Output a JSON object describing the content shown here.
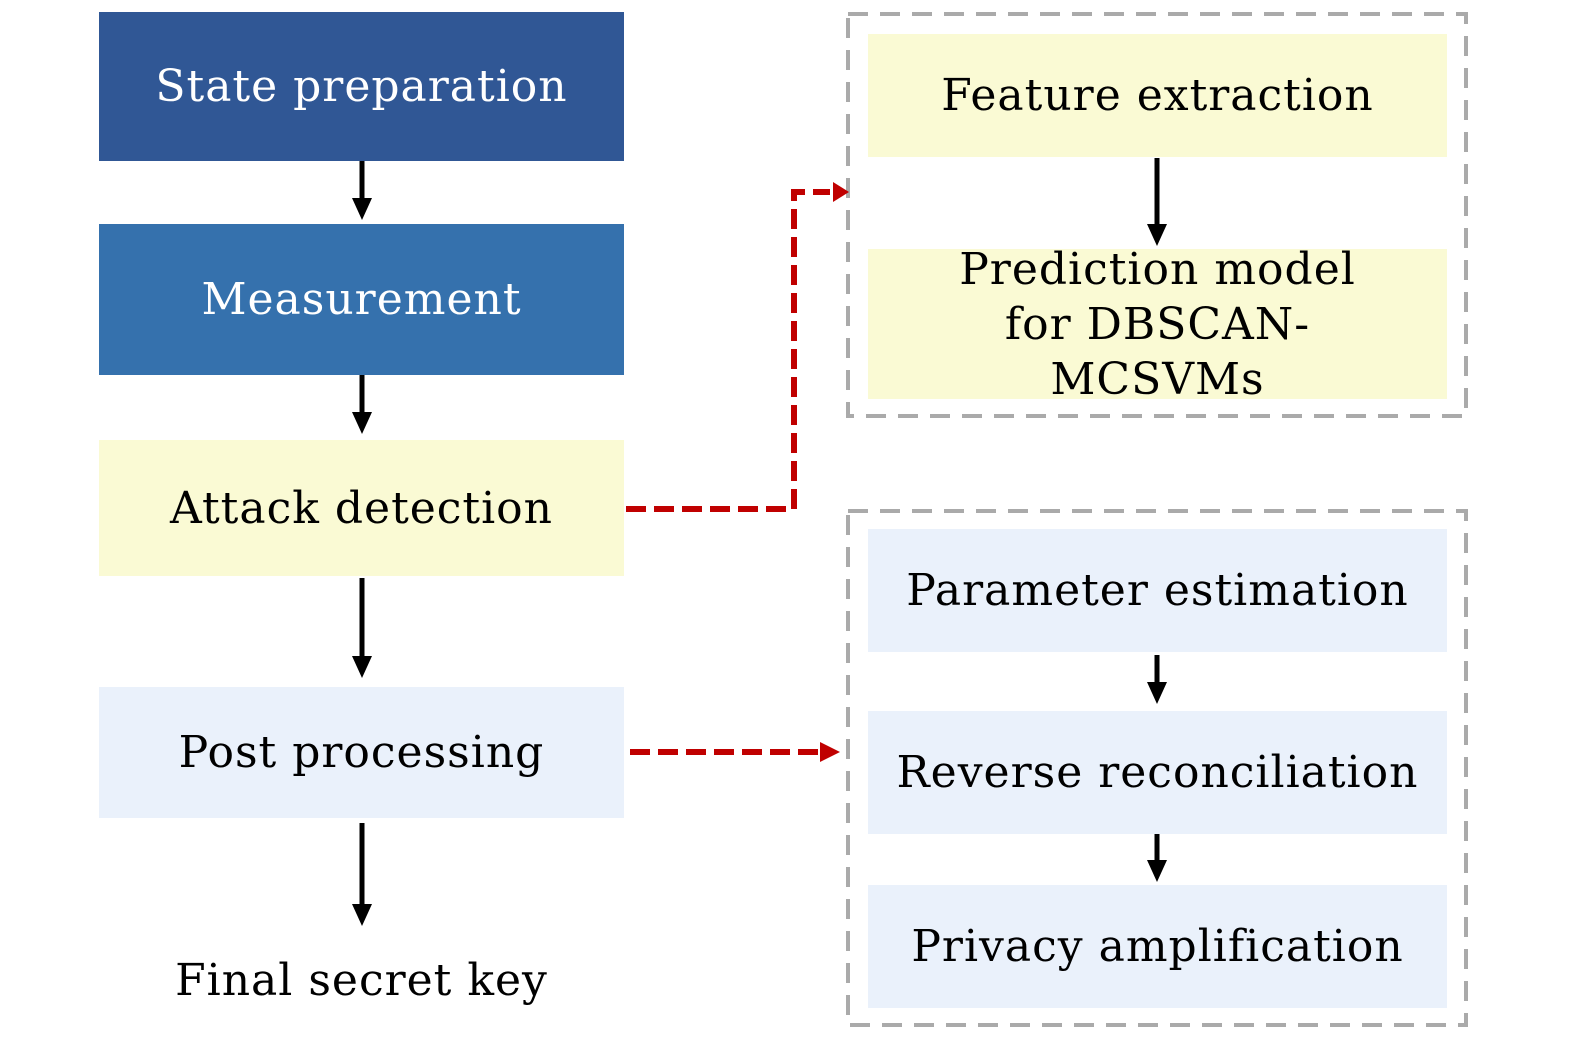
{
  "main_flow": [
    {
      "id": "state-preparation",
      "label": "State preparation",
      "fill": "#305795",
      "text_color": "#ffffff"
    },
    {
      "id": "measurement",
      "label": "Measurement",
      "fill": "#3571ad",
      "text_color": "#ffffff"
    },
    {
      "id": "attack-detection",
      "label": "Attack detection",
      "fill": "#fafad4",
      "text_color": "#000000"
    },
    {
      "id": "post-processing",
      "label": "Post processing",
      "fill": "#eaf1fb",
      "text_color": "#000000"
    }
  ],
  "output": {
    "label": "Final secret key"
  },
  "attack_detection_group": {
    "steps": [
      {
        "label": "Feature extraction"
      },
      {
        "label": "Prediction model for DBSCAN-MCSVMs"
      }
    ]
  },
  "post_processing_group": {
    "steps": [
      {
        "label": "Parameter estimation"
      },
      {
        "label": "Reverse reconciliation"
      },
      {
        "label": "Privacy amplification"
      }
    ]
  },
  "colors": {
    "link_dashed": "#c00000",
    "group_border": "#aaaaaa",
    "arrow": "#000000"
  }
}
